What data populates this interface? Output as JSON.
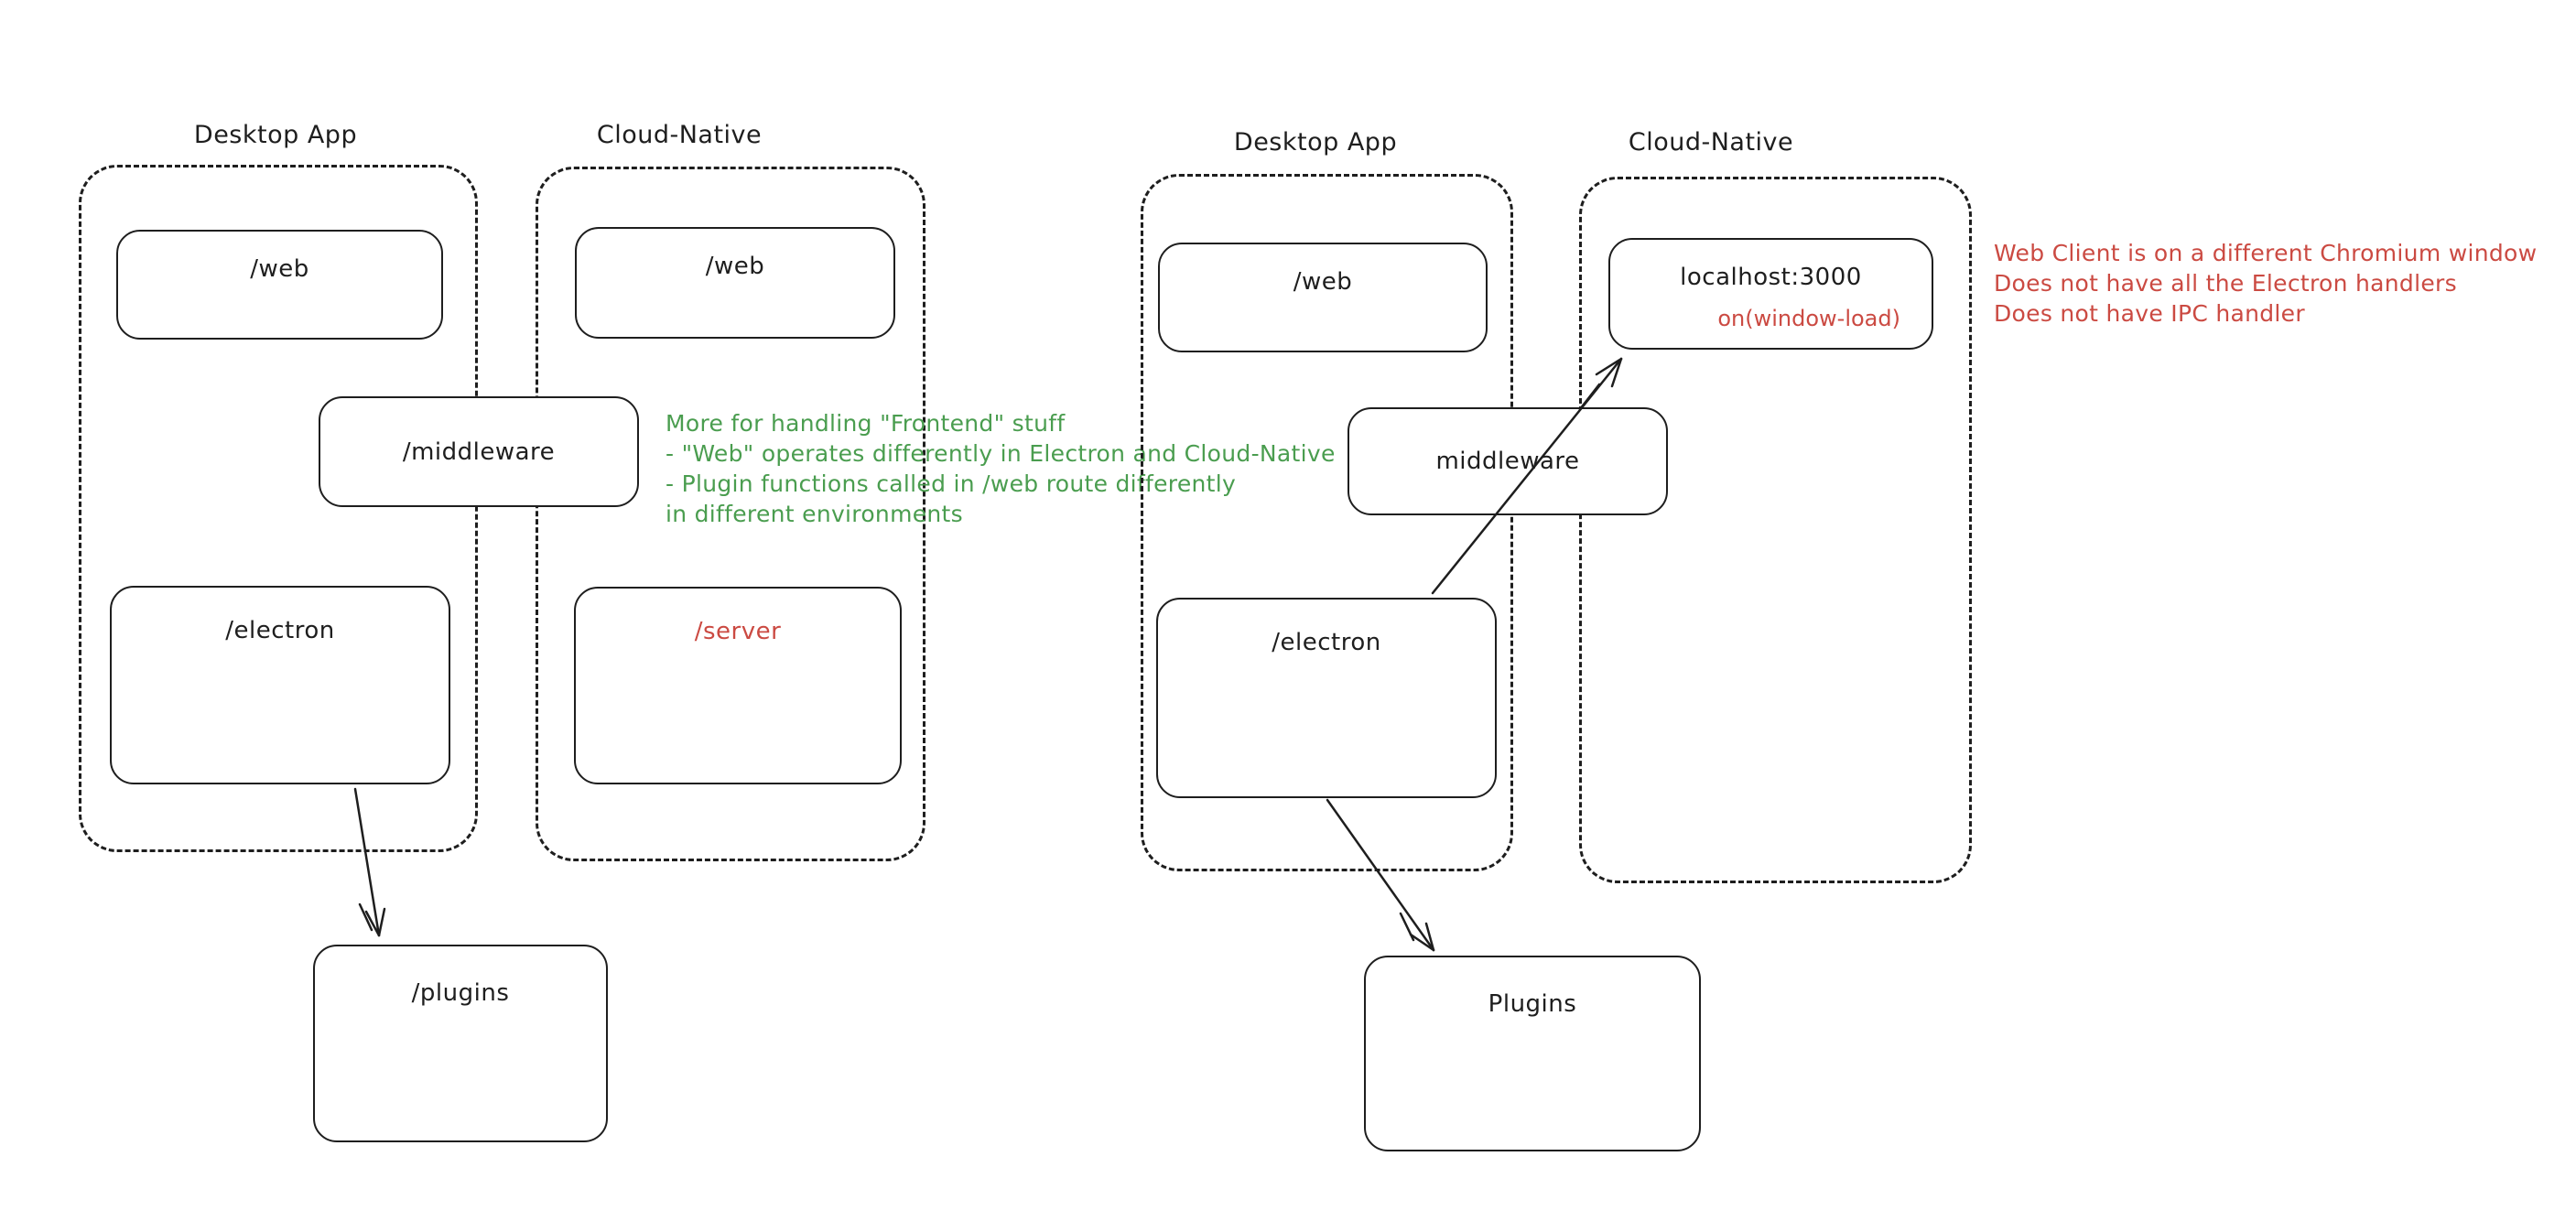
{
  "colors": {
    "background": "#ffffff",
    "stroke": "#1e1e1e",
    "green": "#4a9d4f",
    "red": "#cb4a42"
  },
  "left_group": {
    "desktop_app": {
      "label": "Desktop App",
      "web_label": "/web",
      "electron_label": "/electron"
    },
    "cloud_native": {
      "label": "Cloud-Native",
      "web_label": "/web",
      "server_label": "/server"
    },
    "middleware_label": "/middleware",
    "plugins_label": "/plugins",
    "annotation": {
      "lines": [
        "More for handling \"Frontend\" stuff",
        "- \"Web\" operates differently in Electron and Cloud-Native",
        "- Plugin functions called in /web route differently",
        "in different environments"
      ]
    }
  },
  "right_group": {
    "desktop_app": {
      "label": "Desktop App",
      "web_label": "/web",
      "electron_label": "/electron"
    },
    "cloud_native": {
      "label": "Cloud-Native",
      "localhost_label": "localhost:3000",
      "window_load_label": "on(window-load)"
    },
    "middleware_label": "middleware",
    "plugins_label": "Plugins",
    "annotation": {
      "lines": [
        "Web Client is on a different Chromium window",
        "Does not have all the Electron handlers",
        "Does not have IPC handler"
      ]
    }
  }
}
